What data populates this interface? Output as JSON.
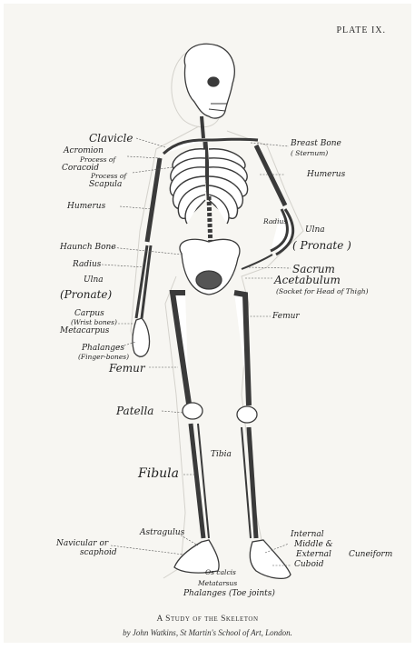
{
  "plate_number": "PLATE IX.",
  "labels": {
    "clavicle": "Clavicle",
    "acromion": "Acromion",
    "process_of_1": "Process of",
    "coracoid": "Coracoid",
    "process_of_2": "Process of",
    "scapula": "Scapula",
    "humerus_left": "Humerus",
    "haunch_bone": "Haunch Bone",
    "radius_left": "Radius",
    "ulna_left": "Ulna",
    "pronate_left": "(Pronate)",
    "carpus": "Carpus",
    "wrist_bones": "(Wrist bones)",
    "metacarpus": "Metacarpus",
    "phalanges_left": "Phalanges",
    "finger_bones": "(Finger-bones)",
    "femur_left": "Femur",
    "patella": "Patella",
    "fibula": "Fibula",
    "navicular": "Navicular or",
    "scaphoid": "scaphoid",
    "astragulus": "Astragulus",
    "breast_bone": "Breast Bone",
    "sternum": "( Sternum)",
    "humerus_right": "Humerus",
    "radius_right": "Radius",
    "ulna_right": "Ulna",
    "pronate_right": "( Pronate )",
    "sacrum": "Sacrum",
    "acetabulum": "Acetabulum",
    "socket_note": "(Socket for Head of Thigh)",
    "femur_right": "Femur",
    "tibia": "Tibia",
    "internal": "Internal",
    "middle": "Middle &",
    "external": "External",
    "cuneiform": "Cuneiform",
    "cuboid": "Cuboid",
    "os_calcis": "Os calcis",
    "metatarsus": "Metatarsus",
    "phalanges_toe": "Phalanges (Toe joints)"
  },
  "caption": {
    "title": "A Study of the Skeleton",
    "credit": "by John Watkins, St Martin's School of Art, London."
  }
}
